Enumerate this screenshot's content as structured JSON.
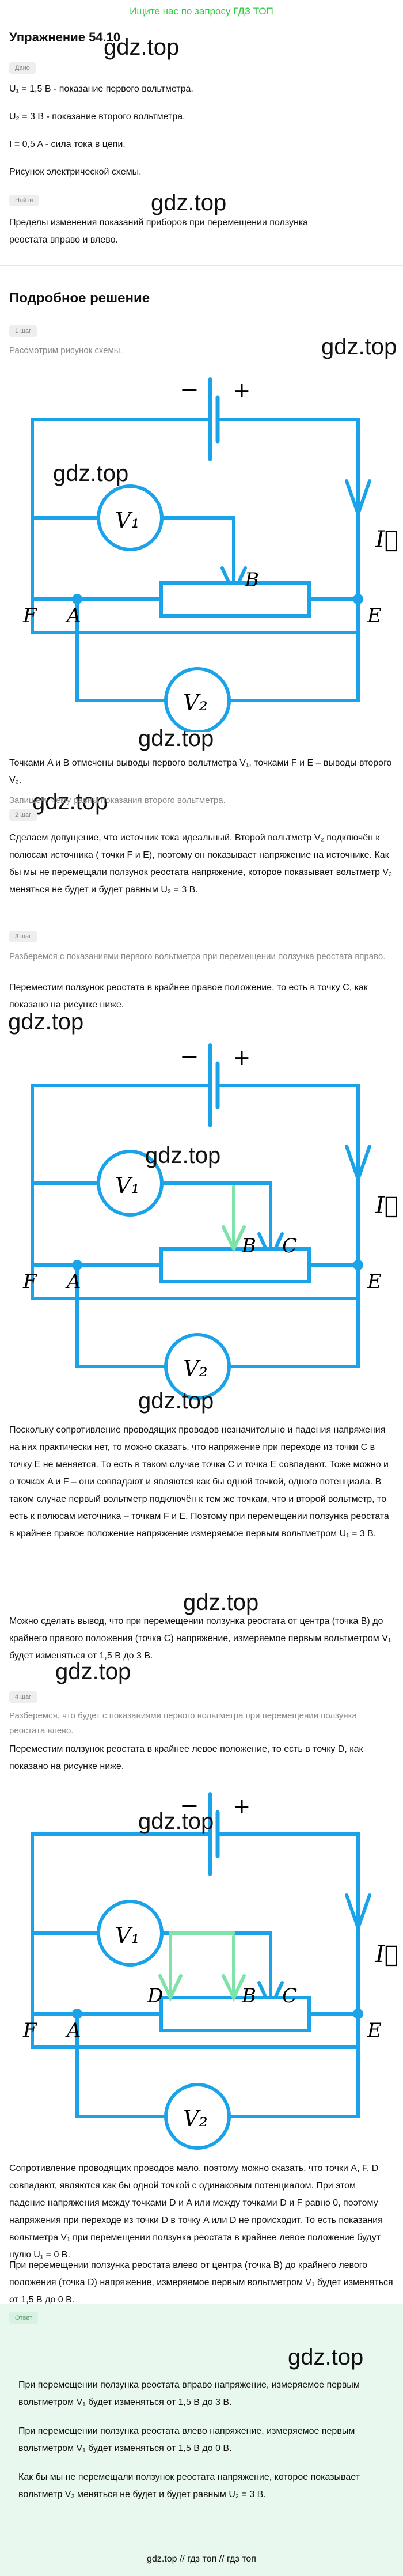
{
  "top_link": "Ищите нас по запросу ГДЗ ТОП",
  "title": "Упражнение 54.10",
  "watermark": "gdz.top",
  "given": {
    "tag": "Дано",
    "lines": [
      "U₁ = 1,5 B - показание первого вольтметра.",
      "U₂ = 3 B - показание второго вольтметра.",
      "I = 0,5 A - сила тока в цепи.",
      "Рисунок электрической схемы."
    ]
  },
  "find": {
    "tag": "Найти",
    "text": "Пределы изменения показаний приборов при перемещении ползунка реостата вправо и влево."
  },
  "solution_title": "Подробное решение",
  "steps": [
    {
      "tag": "1 шаг",
      "hint": "Рассмотрим рисунок схемы."
    },
    {
      "tag": "2 шаг",
      "hint": "Запишем, чему равны показания второго вольтметра."
    },
    {
      "tag": "3 шаг",
      "hint": "Разберемся с показаниями первого вольтметра при перемещении ползунка реостата вправо."
    },
    {
      "tag": "4 шаг",
      "hint": "Разберемся, что будет с показаниями первого вольтметра при перемещении ползунка реостата влево."
    }
  ],
  "texts": {
    "s1_note": "Точками A и B отмечены выводы первого вольтметра V₁, точками F и E – выводы второго V₂.",
    "s2": "Сделаем допущение, что источник тока идеальный. Второй вольтметр V₂ подключён к полюсам источника ( точки F и E), поэтому он показывает напряжение на источнике. Как бы мы не перемещали ползунок реостата напряжение, которое показывает вольтметр V₂ меняться не будет и будет равным U₂ = 3 B.",
    "s3_intro": "Переместим ползунок реостата в крайнее правое положение, то есть в точку C, как показано на рисунке ниже.",
    "s3_body": "Поскольку сопротивление проводящих проводов незначительно и падения напряжения на них практически нет, то можно сказать, что напряжение при переходе из точки C в точку E не меняется. То есть в таком случае точка C и точка E совпадают. Тоже можно и о точках A и F – они совпадают и являются как бы одной точкой, одного потенциала. В таком случае первый вольтметр подключён к тем же точкам, что и второй вольтметр, то есть к полюсам источника – точкам F и E. Поэтому при перемещении ползунка реостата в крайнее правое положение напряжение измеряемое первым вольтметром U₁ = 3 B.",
    "s3_concl": "Можно сделать вывод, что при перемещении ползунка реостата от центра (точка B) до крайнего правого положения (точка C) напряжение, измеряемое первым вольтметром V₁ будет изменяться от 1,5 B до 3 B.",
    "s4_intro": "Переместим ползунок реостата в крайнее левое положение, то есть в точку D, как показано на рисунке ниже.",
    "s4_body": "Сопротивление проводящих проводов мало, поэтому можно сказать, что точки A, F, D совпадают, являются как бы одной точкой с одинаковым потенциалом. При этом падение напряжения между точками D и A или между точками D и F равно 0, поэтому напряжения при переходе из точки D в точку A или D не происходит. То есть показания вольтметра V₁ при перемещении ползунка реостата в крайнее левое положение будут нулю U₁ = 0 B.",
    "s4_concl": "При перемещении ползунка реостата влево от центра (точка B) до крайнего левого положения (точка D) напряжение, измеряемое первым вольтметром V₁ будет изменяться от 1,5 B до 0 B."
  },
  "answer": {
    "tag": "Ответ",
    "lines": [
      "При перемещении ползунка реостата вправо напряжение, измеряемое первым вольтметром V₁ будет изменяться от 1,5 B до 3 B.",
      "При перемещении ползунка реостата влево напряжение, измеряемое первым вольтметром V₁ будет изменяться от 1,5 B до 0 B.",
      "Как бы мы не перемещали ползунок реостата напряжение, которое показывает вольтметр V₂ меняться не будет и будет равным U₂ = 3 B."
    ]
  },
  "footer": "gdz.top // гдз топ // гдз топ",
  "diagram": {
    "V1": "V₁",
    "V2": "V₂",
    "I": "I⃗",
    "plus": "+",
    "minus": "−",
    "F": "F",
    "A": "A",
    "B": "B",
    "C": "C",
    "D": "D",
    "E": "E"
  },
  "colors": {
    "wire": "#1aa3e8",
    "slider": "#7ee3a8",
    "accent": "#2ecc40"
  }
}
